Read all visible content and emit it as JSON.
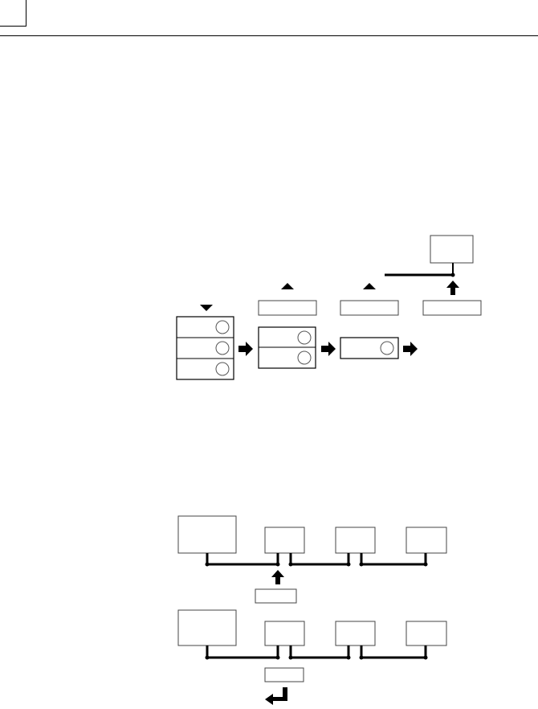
{
  "header": {
    "corner_marker": "",
    "rule": true
  },
  "diagram_top": {
    "key_stack_1": {
      "rows": 3,
      "direction": "down"
    },
    "key_stack_2": {
      "rows": 2,
      "direction": "up"
    },
    "key_stack_3": {
      "rows": 1,
      "direction": "up"
    },
    "target_box": "",
    "label_boxes": [
      "",
      "",
      ""
    ]
  },
  "diagram_bottom": {
    "row_1": {
      "modules": 4
    },
    "row_2": {
      "modules": 4
    },
    "label_boxes": [
      "",
      ""
    ]
  },
  "colors": {
    "line": "#000000",
    "box_border": "#444444",
    "background": "#ffffff"
  }
}
